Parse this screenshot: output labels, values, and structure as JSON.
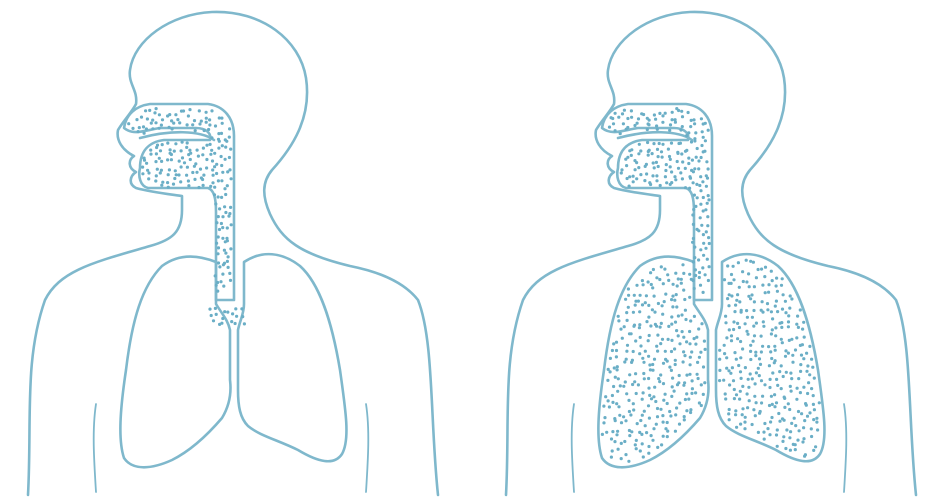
{
  "figures": [
    {
      "id": "left",
      "state": "air in airways only",
      "lungs_filled": false
    },
    {
      "id": "right",
      "state": "air filling lungs",
      "lungs_filled": true
    }
  ],
  "colors": {
    "outline": "#7fb8cc",
    "dots": "#6aaec6",
    "background": "#ffffff"
  }
}
